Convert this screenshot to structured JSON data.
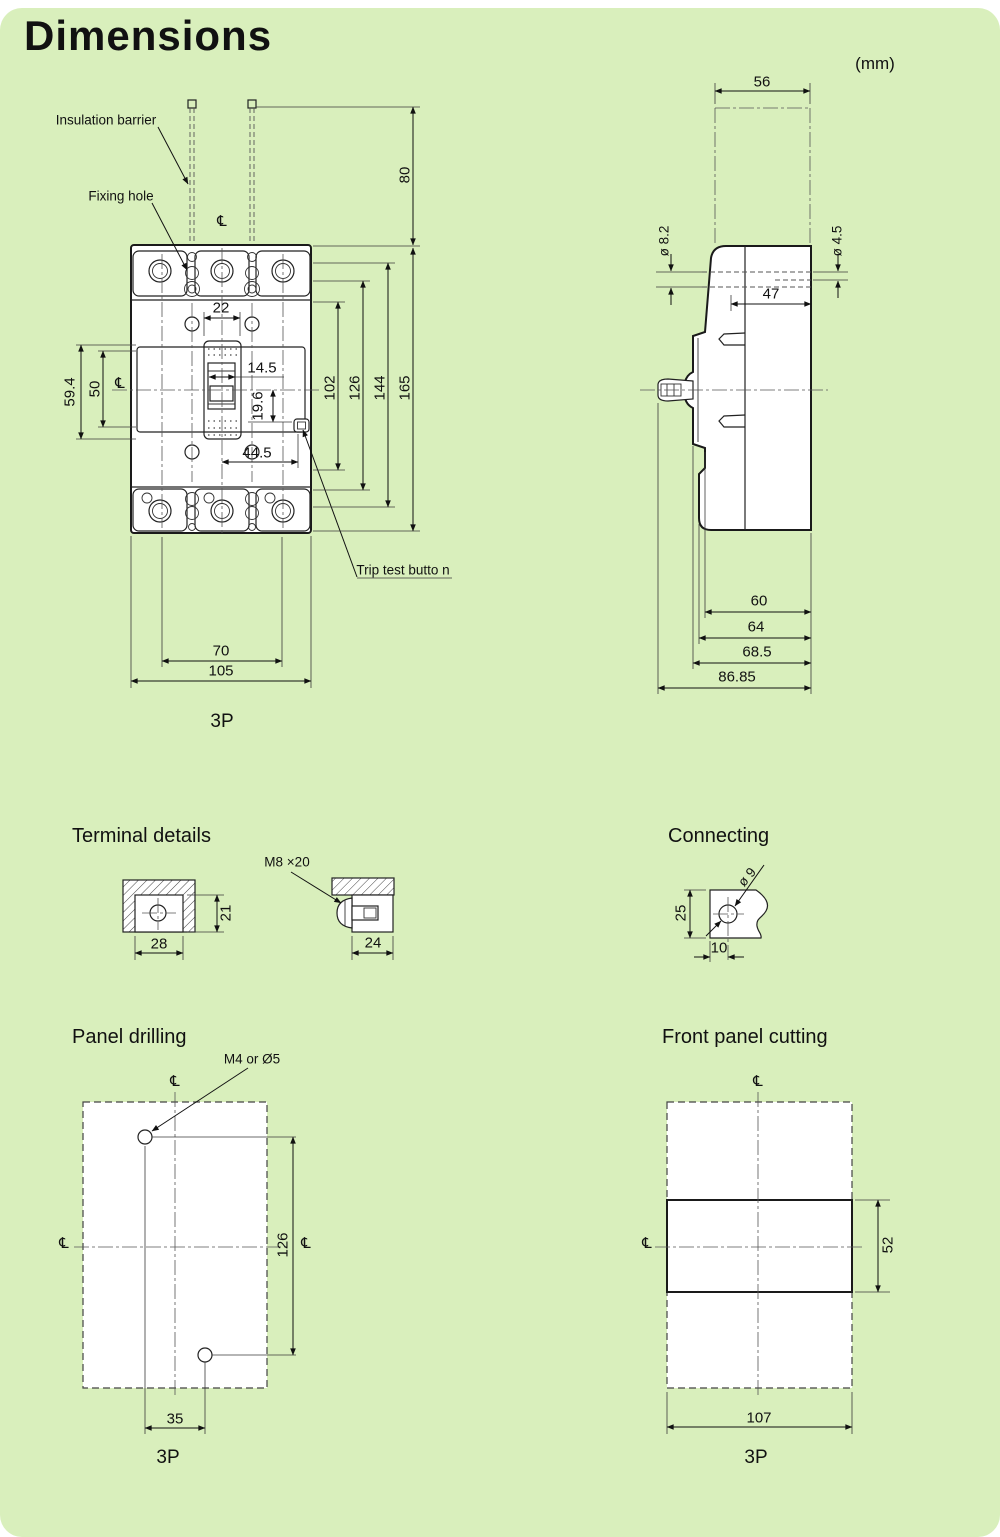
{
  "page": {
    "title": "Dimensions",
    "units": "(mm)",
    "centerline_symbol": "℄"
  },
  "front_view": {
    "caption": "3P",
    "labels": {
      "insulation_barrier": "Insulation barrier",
      "fixing_hole": "Fixing hole",
      "trip_test_button": "Trip test butto n"
    },
    "dims": {
      "top_height": "80",
      "overall_height": "165",
      "h144": "144",
      "h126": "126",
      "h102": "102",
      "w22": "22",
      "w14_5": "14.5",
      "h19_6": "19.6",
      "w44_5": "44.5",
      "h59_4": "59.4",
      "h50": "50",
      "w70": "70",
      "w105": "105"
    }
  },
  "side_view": {
    "dims": {
      "w56": "56",
      "hole8_2": "ø 8.2",
      "hole4_5": "ø 4.5",
      "w47": "47",
      "d60": "60",
      "d64": "64",
      "d68_5": "68.5",
      "d86_85": "86.85"
    }
  },
  "terminal_details": {
    "title": "Terminal details",
    "screw_label": "M8 ×20",
    "dims": {
      "h21": "21",
      "w28": "28",
      "w24": "24"
    }
  },
  "connecting": {
    "title": "Connecting",
    "dims": {
      "hole9": "ø 9",
      "h25": "25",
      "w10": "10"
    }
  },
  "panel_drilling": {
    "title": "Panel drilling",
    "caption": "3P",
    "hole_label": "M4 or Ø5",
    "dims": {
      "h126": "126",
      "w35": "35"
    }
  },
  "front_panel_cutting": {
    "title": "Front panel cutting",
    "caption": "3P",
    "dims": {
      "h52": "52",
      "w107": "107"
    }
  }
}
